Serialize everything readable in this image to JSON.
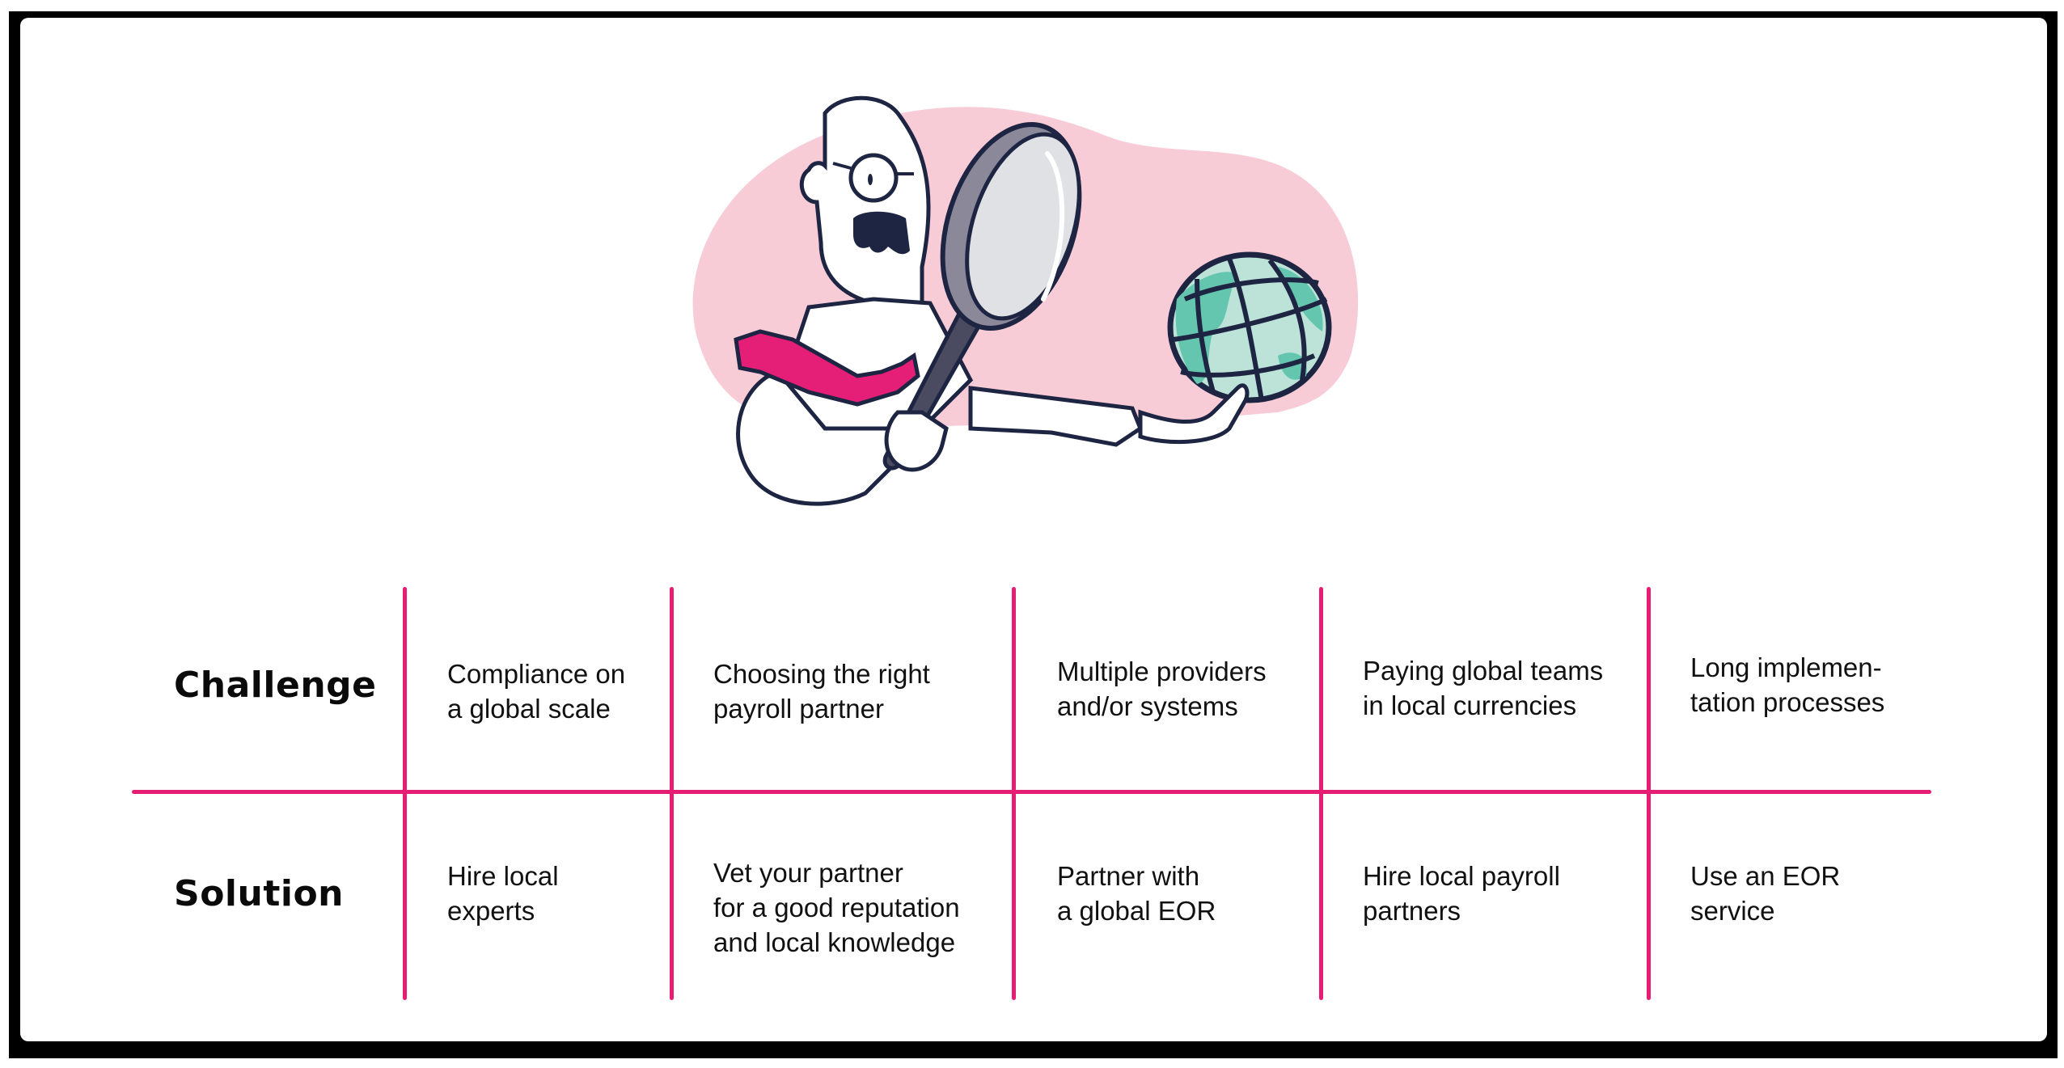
{
  "colors": {
    "frame": "#000000",
    "card": "#ffffff",
    "grid_line": "#E71D73",
    "blob": "#F7CCD7",
    "outline": "#1E2543",
    "tie": "#E51F78",
    "lens": "#DFE1E4",
    "lens_rim": "#8A8899",
    "globe_light": "#BDE3D9",
    "globe_dark": "#65C6AF"
  },
  "illustration": {
    "description": "Cartoon man with glasses and mustache examining a globe through a magnifying glass",
    "icon": "magnifying-glass-globe-illustration"
  },
  "table": {
    "rows": [
      {
        "label": "Challenge",
        "cells": [
          "Compliance on\na global scale",
          "Choosing the right\npayroll partner",
          "Multiple providers\nand/or systems",
          "Paying global teams\nin local currencies",
          "Long implemen-\ntation processes"
        ]
      },
      {
        "label": "Solution",
        "cells": [
          "Hire local\nexperts",
          "Vet your partner\nfor a good reputation\nand local knowledge",
          "Partner with\na global EOR",
          "Hire local payroll\npartners",
          "Use an EOR\nservice"
        ]
      }
    ]
  }
}
